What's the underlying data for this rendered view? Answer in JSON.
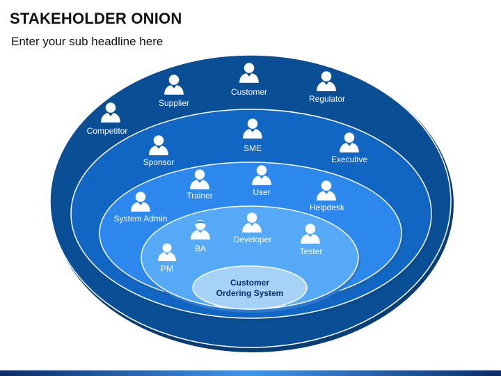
{
  "header": {
    "title": "STAKEHOLDER ONION",
    "subtitle": "Enter your sub headline here"
  },
  "colors": {
    "ring1": "#0a4f96",
    "ring2": "#1166c4",
    "ring3": "#2c88ec",
    "ring4": "#55a9f6",
    "core": "#a7d2f8",
    "bottom_bar_dark": "#0b2b66",
    "bottom_bar_light": "#3f97ee"
  },
  "core": {
    "line1": "Customer",
    "line2": "Ordering System"
  },
  "rings": [
    {
      "name": "outer",
      "stakeholders": [
        {
          "id": "competitor",
          "label": "Competitor",
          "icon": "person-icon"
        },
        {
          "id": "supplier",
          "label": "Supplier",
          "icon": "person-icon"
        },
        {
          "id": "customer",
          "label": "Customer",
          "icon": "person-icon"
        },
        {
          "id": "regulator",
          "label": "Regulator",
          "icon": "person-icon"
        }
      ]
    },
    {
      "name": "ring2",
      "stakeholders": [
        {
          "id": "sponsor",
          "label": "Sponsor",
          "icon": "person-icon"
        },
        {
          "id": "sme",
          "label": "SME",
          "icon": "person-icon"
        },
        {
          "id": "executive",
          "label": "Executive",
          "icon": "person-icon"
        }
      ]
    },
    {
      "name": "ring3",
      "stakeholders": [
        {
          "id": "system-admin",
          "label": "System Admin",
          "icon": "person-icon"
        },
        {
          "id": "trainer",
          "label": "Trainer",
          "icon": "person-icon"
        },
        {
          "id": "user",
          "label": "User",
          "icon": "person-icon"
        },
        {
          "id": "helpdesk",
          "label": "Helpdesk",
          "icon": "person-icon"
        }
      ]
    },
    {
      "name": "ring4",
      "stakeholders": [
        {
          "id": "pm",
          "label": "PM",
          "icon": "person-male-icon"
        },
        {
          "id": "ba",
          "label": "BA",
          "icon": "person-female-icon"
        },
        {
          "id": "developer",
          "label": "Developer",
          "icon": "person-icon"
        },
        {
          "id": "tester",
          "label": "Tester",
          "icon": "person-icon"
        }
      ]
    }
  ]
}
